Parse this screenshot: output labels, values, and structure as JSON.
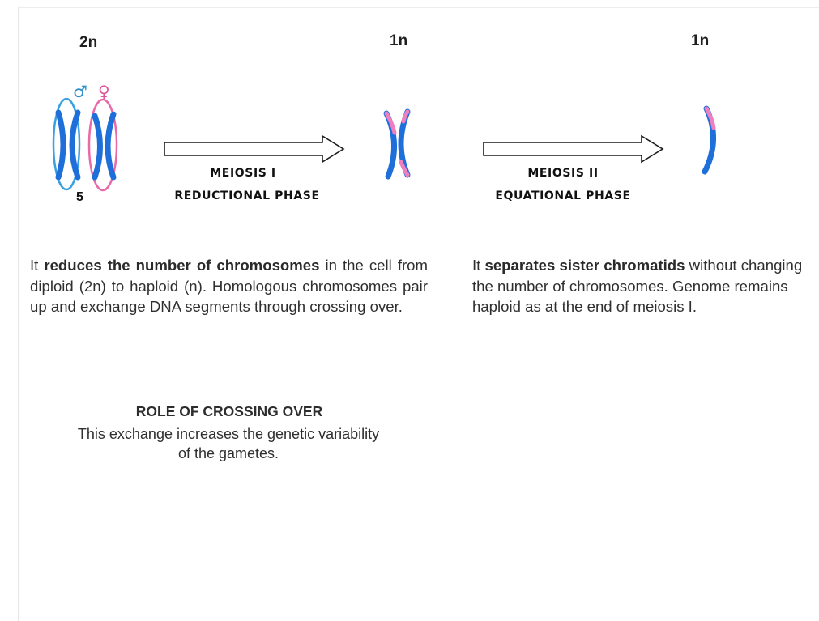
{
  "ploidy": {
    "stage1": "2n",
    "stage2": "1n",
    "stage3": "1n"
  },
  "symbols": {
    "male": "♂",
    "female": "♀",
    "male_color": "#2e8fcf",
    "female_color": "#e0559a",
    "fragment": "5"
  },
  "phases": {
    "meiosis1_title": "MEIOSIS I",
    "meiosis1_subtitle": "REDUCTIONAL PHASE",
    "meiosis2_title": "MEIOSIS II",
    "meiosis2_subtitle": "EQUATIONAL PHASE"
  },
  "colors": {
    "chromosome_blue": "#1e6fd9",
    "segment_pink": "#f07fbf",
    "ring_blue": "#3aa0e0",
    "ring_pink": "#e86aa8"
  },
  "meiosis1_text": {
    "pre": "It ",
    "bold": "reduces the number of chromosomes",
    "post": " in the cell from diploid (2n) to haploid (n). Homologous chromosomes pair up and exchange DNA segments through crossing over."
  },
  "meiosis2_text": {
    "pre": "It ",
    "bold": "separates sister chromatids",
    "post": " without changing the number of chromosomes. Genome remains haploid as at the end of meiosis I."
  },
  "role": {
    "title": "ROLE OF CROSSING OVER",
    "text": "This exchange increases the genetic variability of the gametes."
  }
}
